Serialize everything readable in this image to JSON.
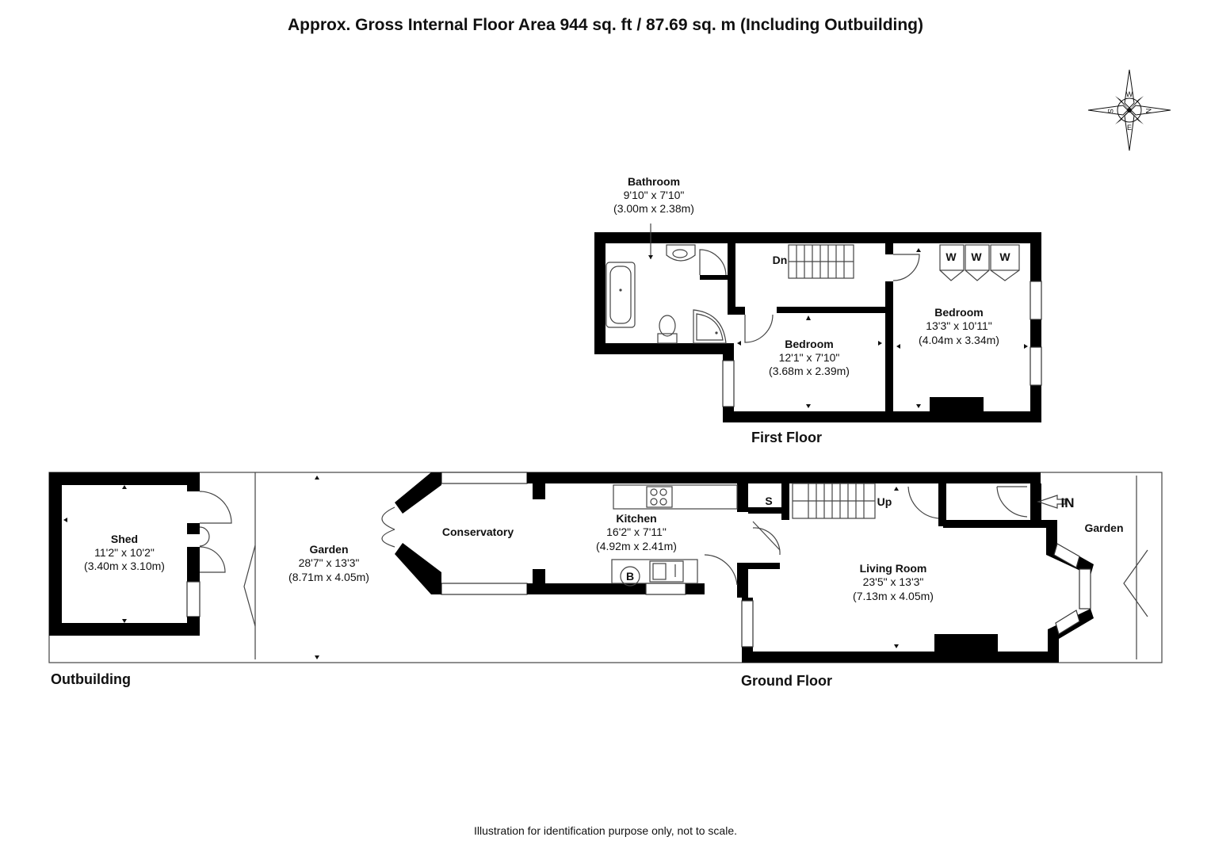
{
  "title": "Approx. Gross Internal Floor Area 944 sq. ft / 87.69 sq. m (Including Outbuilding)",
  "footer": "Illustration for identification purpose only, not to scale.",
  "floors": {
    "first": "First Floor",
    "ground": "Ground Floor",
    "outbuilding": "Outbuilding"
  },
  "rooms": {
    "bathroom": {
      "name": "Bathroom",
      "imperial": "9'10\" x 7'10\"",
      "metric": "(3.00m x 2.38m)"
    },
    "bedroom_small": {
      "name": "Bedroom",
      "imperial": "12'1\" x 7'10\"",
      "metric": "(3.68m x 2.39m)"
    },
    "bedroom_large": {
      "name": "Bedroom",
      "imperial": "13'3\" x 10'11\"",
      "metric": "(4.04m x 3.34m)"
    },
    "shed": {
      "name": "Shed",
      "imperial": "11'2\" x 10'2\"",
      "metric": "(3.40m x 3.10m)"
    },
    "garden_rear": {
      "name": "Garden",
      "imperial": "28'7\" x 13'3\"",
      "metric": "(8.71m x 4.05m)"
    },
    "conservatory": {
      "name": "Conservatory"
    },
    "kitchen": {
      "name": "Kitchen",
      "imperial": "16'2\" x 7'11\"",
      "metric": "(4.92m x 2.41m)"
    },
    "living_room": {
      "name": "Living Room",
      "imperial": "23'5\" x 13'3\"",
      "metric": "(7.13m x 4.05m)"
    },
    "garden_front": {
      "name": "Garden"
    }
  },
  "markers": {
    "down": "Dn",
    "up": "Up",
    "storage": "S",
    "boiler": "B",
    "wardrobe": "W",
    "entrance": "IN"
  },
  "compass": {
    "north": "N",
    "south": "S",
    "east": "E",
    "west": "W"
  }
}
